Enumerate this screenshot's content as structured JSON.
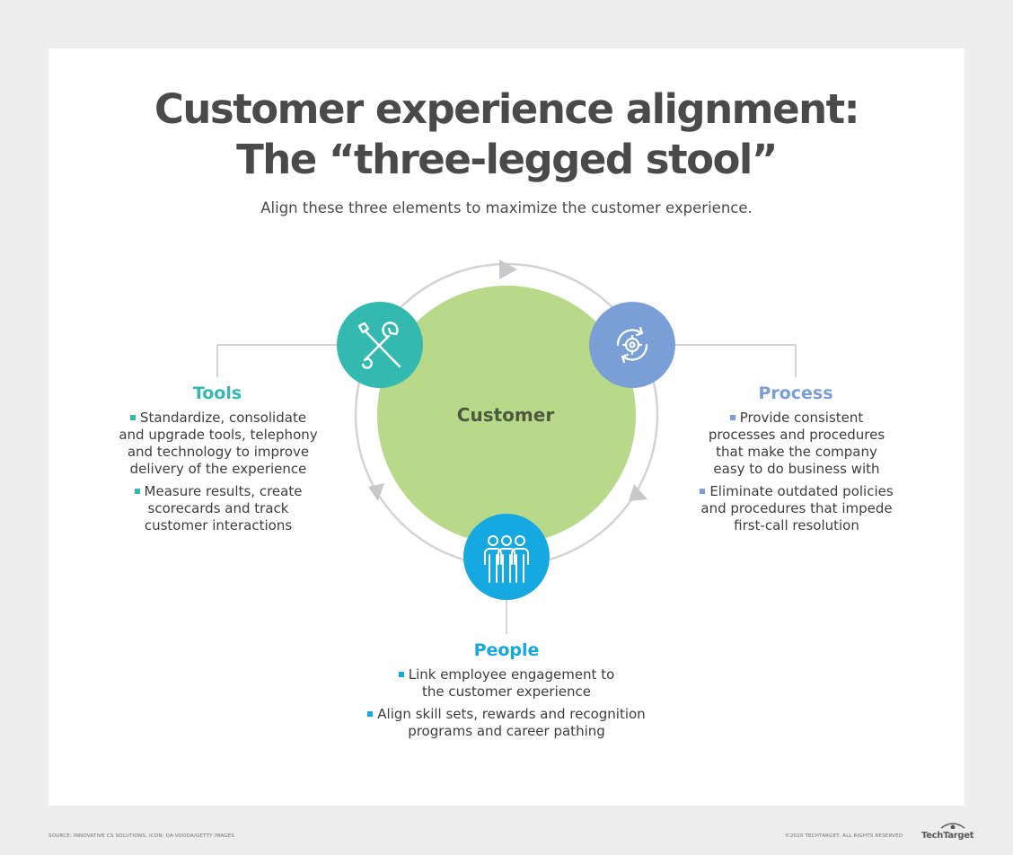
{
  "title_line1": "Customer experience alignment:",
  "title_line2": "The “three-legged stool”",
  "subtitle": "Align these three elements to maximize the customer experience.",
  "center": {
    "label": "Customer",
    "color": "#b9d98a"
  },
  "sections": {
    "tools": {
      "title": "Tools",
      "color": "#33b9b0",
      "icon": "wrench-screwdriver-icon",
      "bullets": [
        "Standardize, consolidate and upgrade tools, telephony and technology to improve delivery of the experience",
        "Measure results, create scorecards and track customer interactions"
      ]
    },
    "process": {
      "title": "Process",
      "color": "#7a9ed6",
      "icon": "gear-cycle-icon",
      "bullets": [
        "Provide consistent processes and procedures that make the company easy to do business with",
        "Eliminate outdated policies and procedures that impede first-call resolution"
      ]
    },
    "people": {
      "title": "People",
      "color": "#16a9e1",
      "icon": "people-group-icon",
      "bullets": [
        "Link employee engagement to the customer experience",
        "Align skill sets, rewards and recognition programs and career pathing"
      ]
    }
  },
  "footer": {
    "source": "SOURCE: INNOVATIVE CS SOLUTIONS; ICON: DA-VOODA/GETTY IMAGES",
    "copyright": "©2020 TECHTARGET. ALL RIGHTS RESERVED",
    "logo": "TechTarget"
  }
}
